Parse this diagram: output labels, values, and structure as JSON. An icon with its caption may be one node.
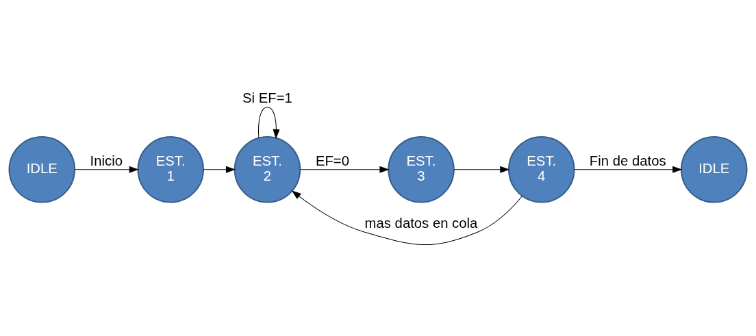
{
  "diagram": {
    "nodes": [
      {
        "text": [
          "IDLE"
        ]
      },
      {
        "text": [
          "EST. 1"
        ]
      },
      {
        "text": [
          "EST. 2"
        ]
      },
      {
        "text": [
          "EST. 3"
        ]
      },
      {
        "text": [
          "EST. 4"
        ]
      },
      {
        "text": [
          "IDLE"
        ]
      }
    ],
    "edges": [
      {
        "from": 0,
        "to": 1,
        "arrow": "to",
        "label": "Inicio"
      },
      {
        "from": 1,
        "to": 2,
        "arrow": "to"
      },
      {
        "from": 2,
        "to": 2,
        "arrow": "to",
        "label": "Si EF=1"
      },
      {
        "from": 2,
        "to": 3,
        "arrow": "to",
        "label": "EF=0"
      },
      {
        "from": 3,
        "to": 4,
        "arrow": "to"
      },
      {
        "from": 4,
        "to": 2,
        "arrow": "to",
        "label": "mas datos en cola"
      },
      {
        "from": 4,
        "to": 5,
        "arrow": "to",
        "label": "Fin de datos"
      }
    ]
  }
}
